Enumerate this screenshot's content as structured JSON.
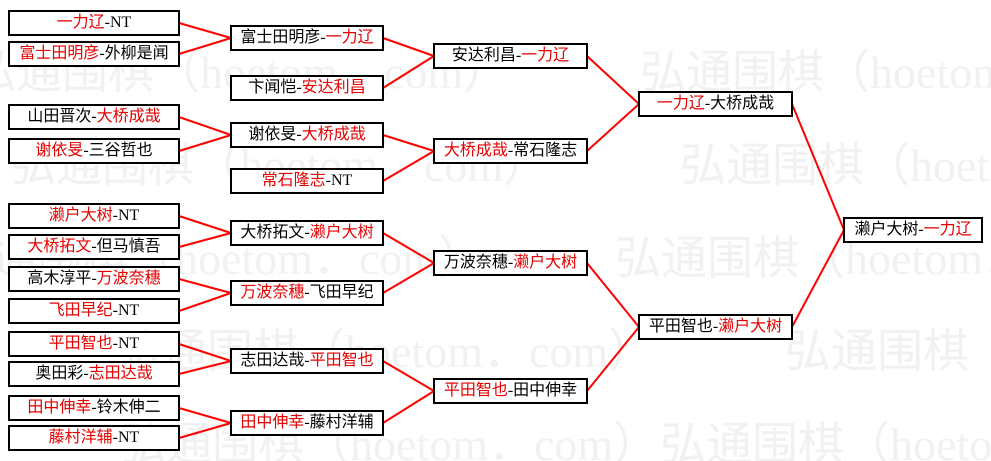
{
  "diagram": {
    "separator": "-",
    "line_color": "#ff0000",
    "winner_color": "#e60000",
    "watermark": {
      "text": "弘通围棋（hoetom．com）",
      "color": "#f1f1f1"
    },
    "rounds": [
      {
        "name": "round-1",
        "matches": [
          {
            "left": "一力辽",
            "right": "NT",
            "winner": "left"
          },
          {
            "left": "富士田明彦",
            "right": "外柳是闻",
            "winner": "left"
          },
          {
            "left": "山田晋次",
            "right": "大桥成哉",
            "winner": "right"
          },
          {
            "left": "谢依旻",
            "right": "三谷哲也",
            "winner": "left"
          },
          {
            "left": "濑户大树",
            "right": "NT",
            "winner": "left"
          },
          {
            "left": "大桥拓文",
            "right": "但马慎吾",
            "winner": "left"
          },
          {
            "left": "高木淳平",
            "right": "万波奈穗",
            "winner": "right"
          },
          {
            "left": "飞田早纪",
            "right": "NT",
            "winner": "left"
          },
          {
            "left": "平田智也",
            "right": "NT",
            "winner": "left"
          },
          {
            "left": "奥田彩",
            "right": "志田达哉",
            "winner": "right"
          },
          {
            "left": "田中伸幸",
            "right": "铃木伸二",
            "winner": "left"
          },
          {
            "left": "藤村洋辅",
            "right": "NT",
            "winner": "left"
          }
        ]
      },
      {
        "name": "round-2",
        "matches": [
          {
            "left": "富士田明彦",
            "right": "一力辽",
            "winner": "right"
          },
          {
            "left": "卞闻恺",
            "right": "安达利昌",
            "winner": "right"
          },
          {
            "left": "谢依旻",
            "right": "大桥成哉",
            "winner": "right"
          },
          {
            "left": "常石隆志",
            "right": "NT",
            "winner": "left"
          },
          {
            "left": "大桥拓文",
            "right": "濑户大树",
            "winner": "right"
          },
          {
            "left": "万波奈穗",
            "right": "飞田早纪",
            "winner": "left"
          },
          {
            "left": "志田达哉",
            "right": "平田智也",
            "winner": "right"
          },
          {
            "left": "田中伸幸",
            "right": "藤村洋辅",
            "winner": "left"
          }
        ]
      },
      {
        "name": "round-3",
        "matches": [
          {
            "left": "安达利昌",
            "right": "一力辽",
            "winner": "right"
          },
          {
            "left": "大桥成哉",
            "right": "常石隆志",
            "winner": "left"
          },
          {
            "left": "万波奈穗",
            "right": "濑户大树",
            "winner": "right"
          },
          {
            "left": "平田智也",
            "right": "田中伸幸",
            "winner": "left"
          }
        ]
      },
      {
        "name": "semifinal",
        "matches": [
          {
            "left": "一力辽",
            "right": "大桥成哉",
            "winner": "left"
          },
          {
            "left": "平田智也",
            "right": "濑户大树",
            "winner": "right"
          }
        ]
      },
      {
        "name": "final",
        "matches": [
          {
            "left": "濑户大树",
            "right": "一力辽",
            "winner": "right"
          }
        ]
      }
    ],
    "connections": [
      [
        "r1m1",
        "r2m1"
      ],
      [
        "r1m2",
        "r2m1"
      ],
      [
        "r1m3",
        "r2m3"
      ],
      [
        "r1m4",
        "r2m3"
      ],
      [
        "r1m5",
        "r2m5"
      ],
      [
        "r1m6",
        "r2m5"
      ],
      [
        "r1m7",
        "r2m6"
      ],
      [
        "r1m8",
        "r2m6"
      ],
      [
        "r1m9",
        "r2m7"
      ],
      [
        "r1m10",
        "r2m7"
      ],
      [
        "r1m11",
        "r2m8"
      ],
      [
        "r1m12",
        "r2m8"
      ],
      [
        "r2m1",
        "r3m1"
      ],
      [
        "r2m2",
        "r3m1"
      ],
      [
        "r2m3",
        "r3m2"
      ],
      [
        "r2m4",
        "r3m2"
      ],
      [
        "r2m5",
        "r3m3"
      ],
      [
        "r2m6",
        "r3m3"
      ],
      [
        "r2m7",
        "r3m4"
      ],
      [
        "r2m8",
        "r3m4"
      ],
      [
        "r3m1",
        "r4m1"
      ],
      [
        "r3m2",
        "r4m1"
      ],
      [
        "r3m3",
        "r4m2"
      ],
      [
        "r3m4",
        "r4m2"
      ],
      [
        "r4m1",
        "r5m1"
      ],
      [
        "r4m2",
        "r5m1"
      ]
    ]
  }
}
